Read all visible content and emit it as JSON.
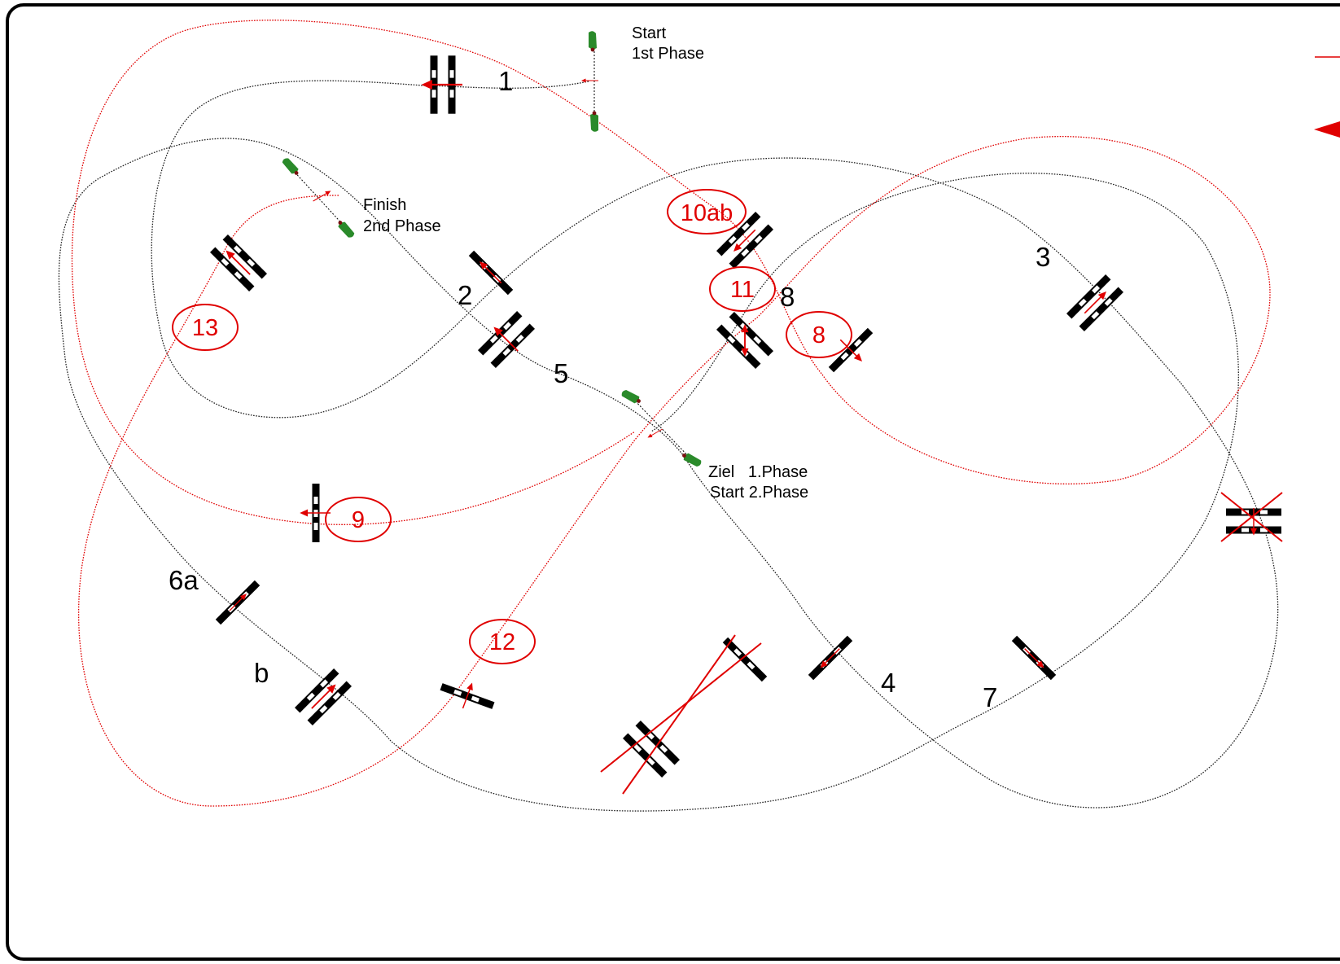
{
  "annotations": {
    "start_1": "Start",
    "start_1_phase": "1st Phase",
    "finish_2": "Finish",
    "finish_2_phase": "2nd Phase",
    "ziel_1": "Ziel   1.Phase",
    "start_2": "Start 2.Phase"
  },
  "phase1_numbers": {
    "n1": "1",
    "n2": "2",
    "n3": "3",
    "n4": "4",
    "n5": "5",
    "n6a": "6a",
    "n6b": "b",
    "n7": "7",
    "n8": "8"
  },
  "phase2_numbers": {
    "n8": "8",
    "n9": "9",
    "n10": "10ab",
    "n11": "11",
    "n12": "12",
    "n13": "13"
  },
  "colors": {
    "phase1_track": "#222222",
    "phase2_track": "#e00000",
    "fence": "#000000",
    "flag": "#2a8a2a",
    "border": "#000000"
  }
}
